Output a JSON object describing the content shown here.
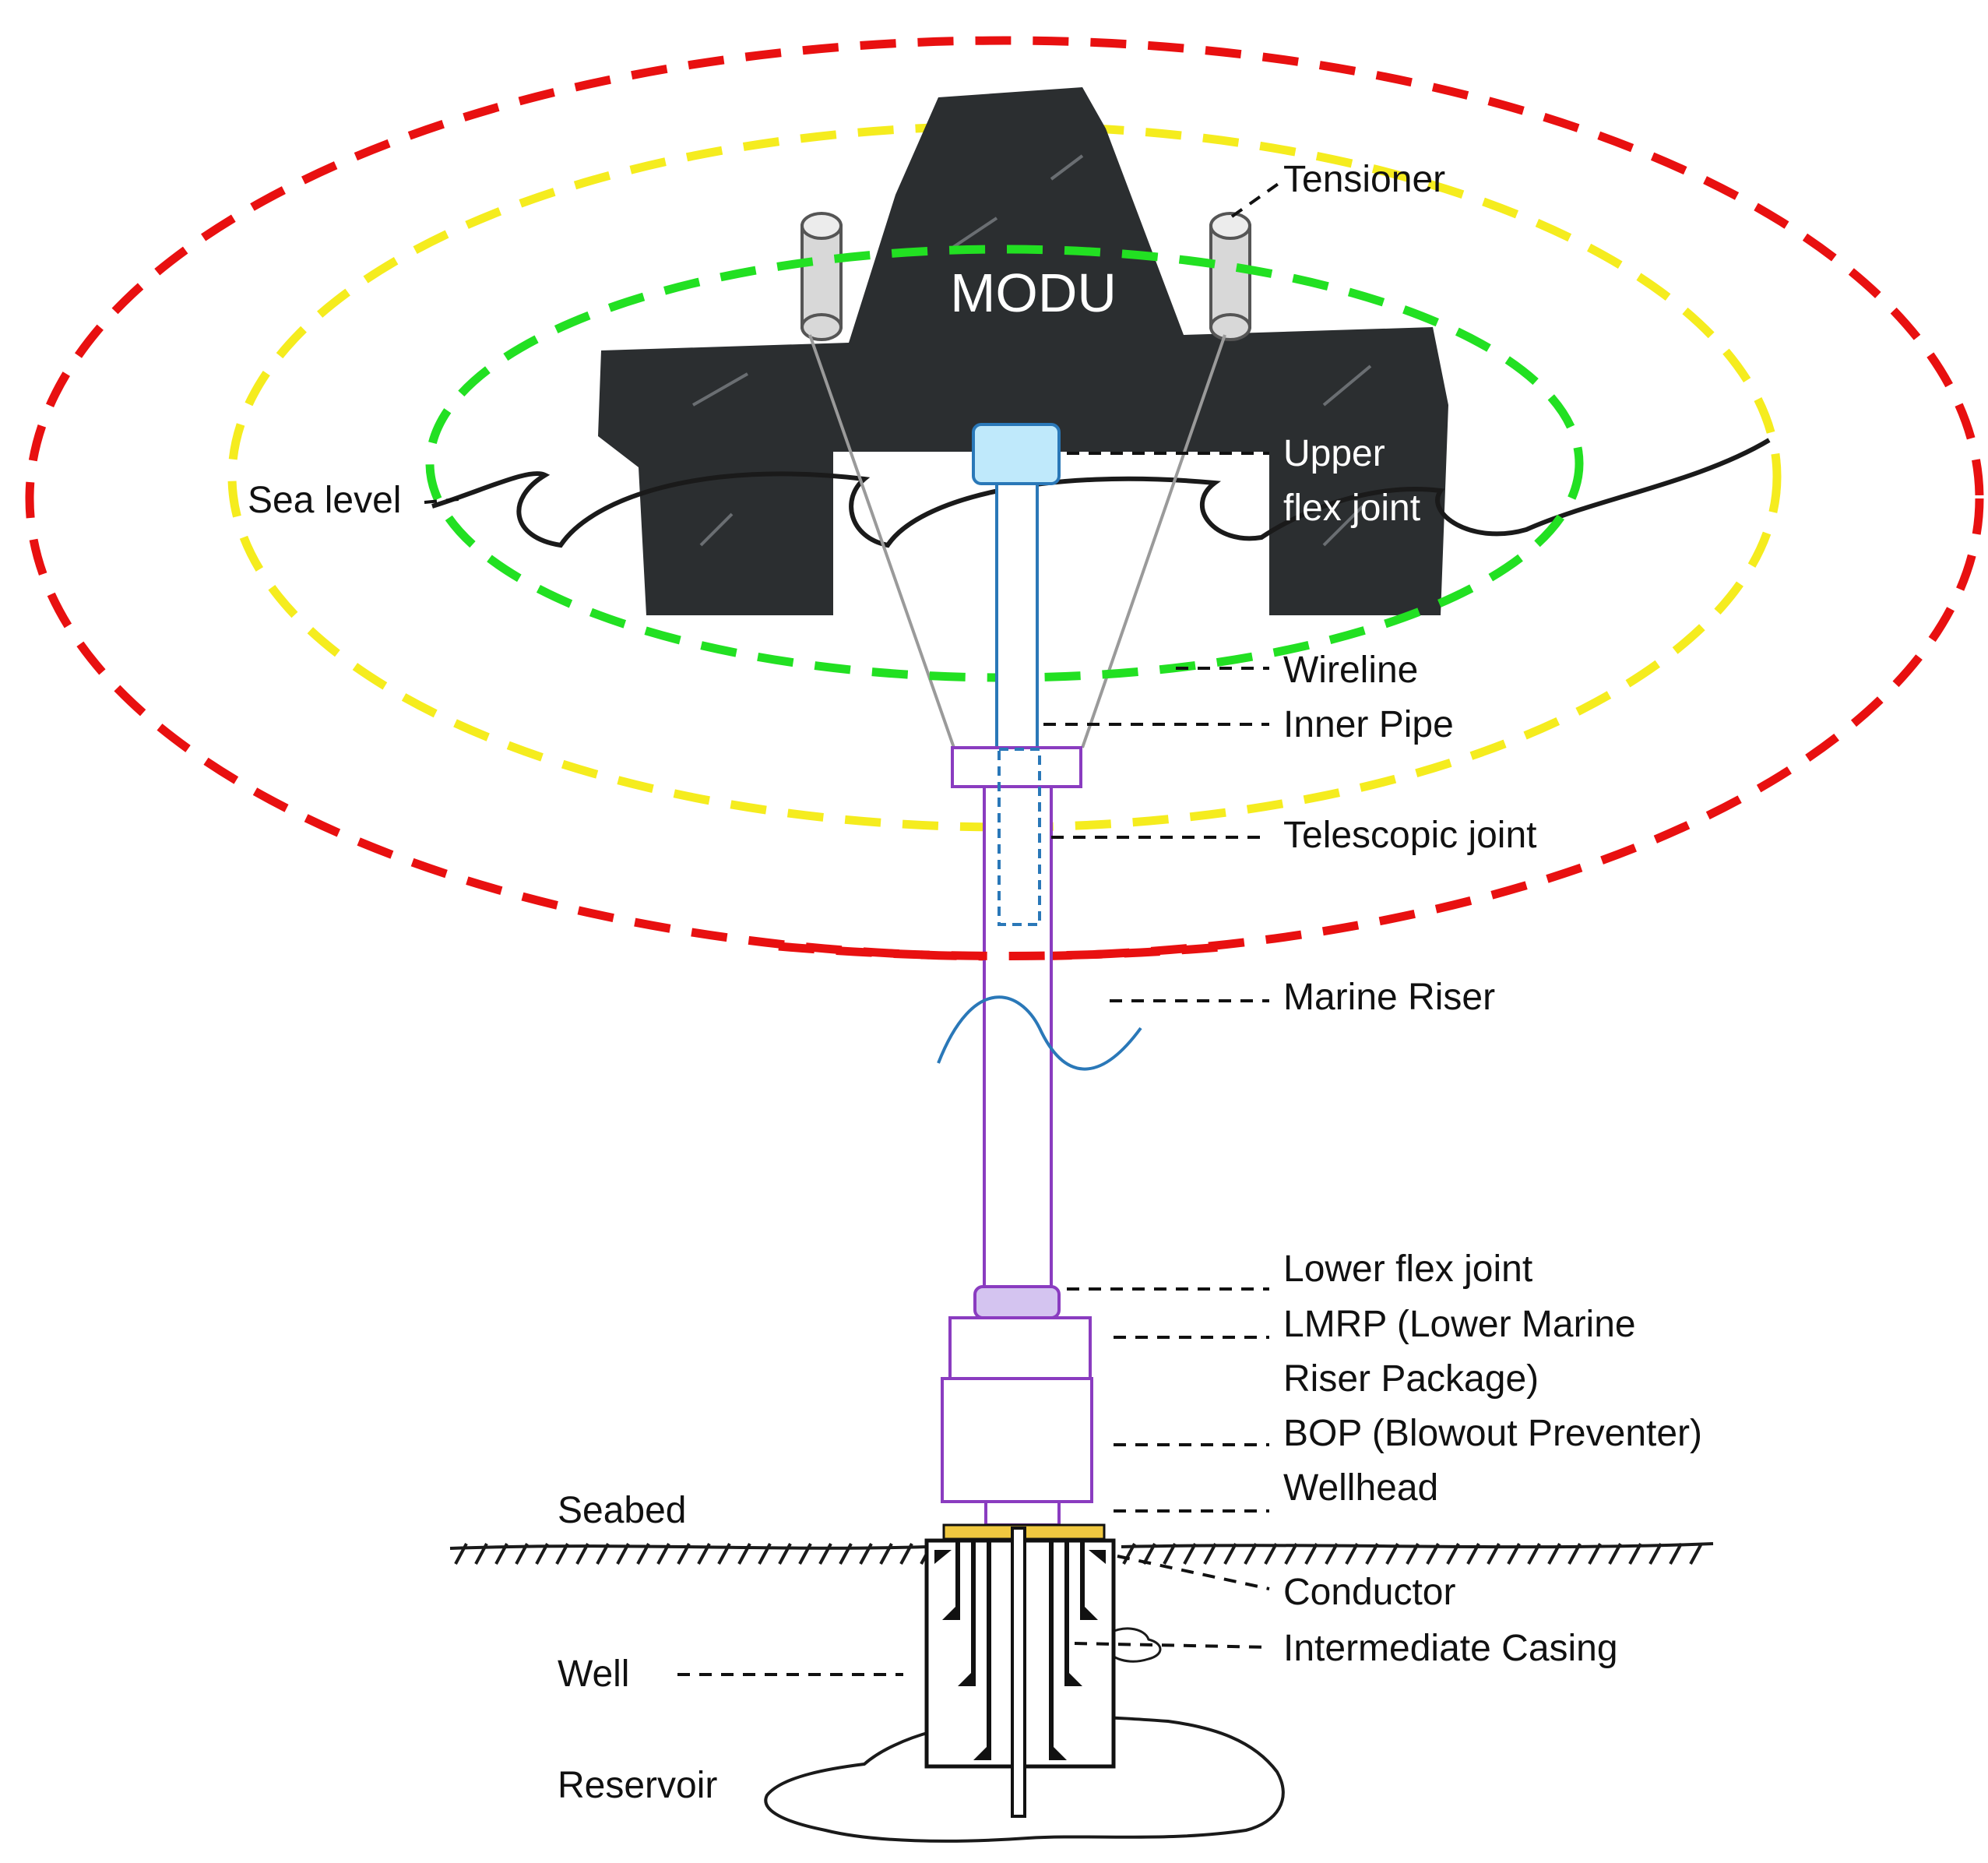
{
  "diagram": {
    "platform_label": "MODU",
    "labels": {
      "tensioner": "Tensioner",
      "upper_flex_joint_line1": "Upper",
      "upper_flex_joint_line2": "flex joint",
      "sea_level": "Sea level",
      "wireline": "Wireline",
      "inner_pipe": "Inner Pipe",
      "telescopic_joint": "Telescopic joint",
      "marine_riser": "Marine Riser",
      "lower_flex_joint": "Lower flex joint",
      "lmrp_line1": "LMRP (Lower Marine",
      "lmrp_line2": "Riser Package)",
      "bop": "BOP (Blowout Preventer)",
      "wellhead": "Wellhead",
      "seabed": "Seabed",
      "conductor": "Conductor",
      "intermediate_casing": "Intermediate Casing",
      "well": "Well",
      "reservoir": "Reservoir"
    },
    "zone_colors": {
      "outer": "#e81010",
      "middle": "#f5ec1e",
      "inner": "#22e022"
    },
    "component_colors": {
      "platform": "#2b2e30",
      "upper_flex_joint": "#bfe9fb",
      "inner_pipe": "#2a78b8",
      "riser": "#8a3cc0",
      "lower_flex_joint": "#d4c4f0",
      "wellhead_plate": "#f0c840"
    }
  }
}
